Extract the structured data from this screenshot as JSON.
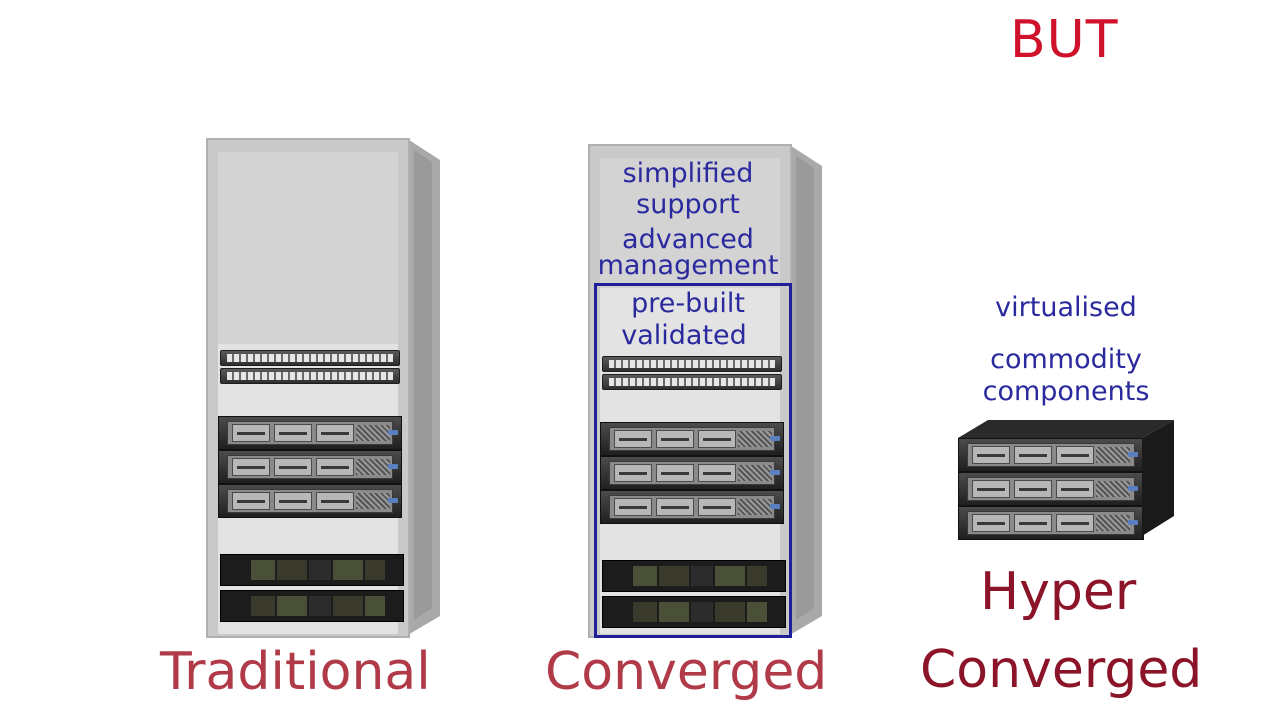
{
  "headline": "BUT",
  "traditional": {
    "label": "Traditional"
  },
  "converged": {
    "label": "Converged",
    "notes": [
      "simplified",
      "support",
      "advanced",
      "management"
    ],
    "frame_notes": [
      "pre-built",
      "validated"
    ]
  },
  "hyper_converged": {
    "label_line1": "Hyper",
    "label_line2": "Converged",
    "notes": [
      "virtualised",
      "commodity",
      "components"
    ]
  },
  "colors": {
    "headline": "#d0112b",
    "label": "#b03a48",
    "label_dark": "#8c1428",
    "note_text": "#2a2a9e",
    "frame": "#1f1f9a"
  }
}
